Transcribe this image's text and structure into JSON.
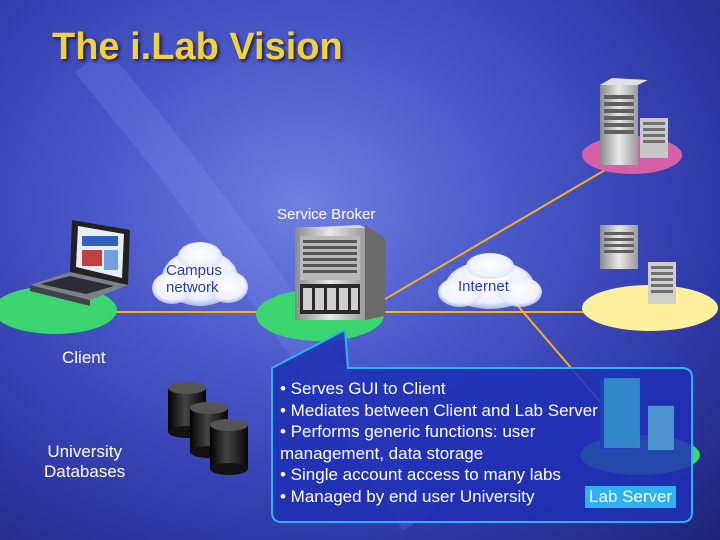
{
  "title": "The i.Lab Vision",
  "labels": {
    "service_broker": "Service Broker",
    "campus_cloud": [
      "Campus",
      "network"
    ],
    "internet_cloud": "Internet",
    "client": "Client",
    "databases": [
      "University",
      "Databases"
    ],
    "lab_server": "Lab Server"
  },
  "callout": {
    "lines": [
      "• Serves GUI to Client",
      "• Mediates between Client and Lab Server",
      "• Performs generic functions: user",
      "management, data storage",
      "• Single account access to many labs",
      "• Managed by end user University"
    ]
  },
  "colors": {
    "title": "#f2d23a",
    "node_green": "#3cd670",
    "node_pink": "#d860a8",
    "node_yellow": "#fff0a0",
    "connector": "#f0b020",
    "callout_border": "#2fb0f0"
  },
  "icons": [
    "laptop-icon",
    "server-icon",
    "database-icon",
    "cloud-icon"
  ]
}
